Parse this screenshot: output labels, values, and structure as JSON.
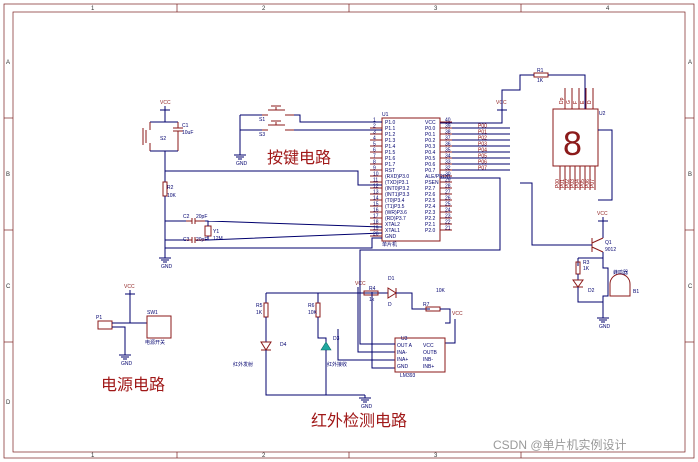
{
  "sections": {
    "keys": "按键电路",
    "power": "电源电路",
    "ir_detect": "红外检测电路"
  },
  "border": {
    "cols": [
      "1",
      "2",
      "3",
      "4"
    ],
    "rows": [
      "A",
      "B",
      "C",
      "D"
    ]
  },
  "watermark": "CSDN @单片机实例设计",
  "mcu": {
    "ref": "U1",
    "name": "单片机",
    "left_pins": [
      "P1.0",
      "P1.1",
      "P1.2",
      "P1.3",
      "P1.4",
      "P1.5",
      "P1.6",
      "P1.7",
      "RST",
      "(RXD)P3.0",
      "(TXD)P3.1",
      "(INT0)P3.2",
      "(INT1)P3.3",
      "(T0)P3.4",
      "(T1)P3.5",
      "(WR)P3.6",
      "(RD)P3.7",
      "XTAL2",
      "XTAL1",
      "GND"
    ],
    "left_nums": [
      "1",
      "2",
      "3",
      "4",
      "5",
      "6",
      "7",
      "8",
      "9",
      "10",
      "11",
      "12",
      "13",
      "14",
      "15",
      "16",
      "17",
      "18",
      "19",
      "20"
    ],
    "right_pins": [
      "VCC",
      "P0.0",
      "P0.1",
      "P0.2",
      "P0.3",
      "P0.4",
      "P0.5",
      "P0.6",
      "P0.7",
      "ALE/PROG",
      "PSEN",
      "P2.7",
      "P2.6",
      "P2.5",
      "P2.4",
      "P2.3",
      "P2.2",
      "P2.1",
      "P2.0",
      ""
    ],
    "right_nums": [
      "40",
      "39",
      "38",
      "37",
      "36",
      "35",
      "34",
      "33",
      "32",
      "30",
      "29",
      "28",
      "27",
      "26",
      "25",
      "24",
      "23",
      "22",
      "21",
      ""
    ]
  },
  "bus_labels": [
    "P00",
    "P01",
    "P02",
    "P03",
    "P04",
    "P05",
    "P06",
    "P07"
  ],
  "display": {
    "ref": "U2",
    "digit": "8",
    "top_pins": [
      "Dp",
      "G",
      "F",
      "E",
      "D"
    ],
    "bottom_pins": [
      "P00",
      "P01",
      "P02",
      "P03",
      "P04",
      "P05",
      "P06",
      "P07"
    ]
  },
  "parts": {
    "r1": "R1",
    "r1v": "1K",
    "r2": "R2",
    "r2v": "10K",
    "r3": "R3",
    "r3v": "1K",
    "r4": "R4",
    "r4v": "1k",
    "r5": "R5",
    "r5v": "1K",
    "r6": "R6",
    "r6v": "10K",
    "r7": "R7",
    "r7v": "10K",
    "c1": "C1",
    "c1v": "10uF",
    "c2": "C2",
    "c2v": "20pF",
    "c3": "C3",
    "c3v": "20pF",
    "y1": "Y1",
    "y1v": "12M",
    "s1": "S1",
    "s2": "S2",
    "s3": "S3",
    "q1": "Q1",
    "q1v": "9012",
    "b1": "B1",
    "buzzer": "蜂鸣器",
    "d1": "D1",
    "d1v": "D",
    "d2": "D2",
    "d3": "D3",
    "d4": "D4",
    "u3": "U3",
    "u3v": "LM393",
    "u3_pins": [
      "OUT A",
      "INA-",
      "INA+",
      "GND",
      "VCC",
      "OUTB",
      "INB-",
      "INB+"
    ],
    "p1": "P1",
    "sw1": "SW1",
    "sw1v": "电源开关",
    "ir_tx": "红外发射",
    "ir_rx": "红外接收",
    "vcc": "VCC",
    "gnd": "GND"
  }
}
